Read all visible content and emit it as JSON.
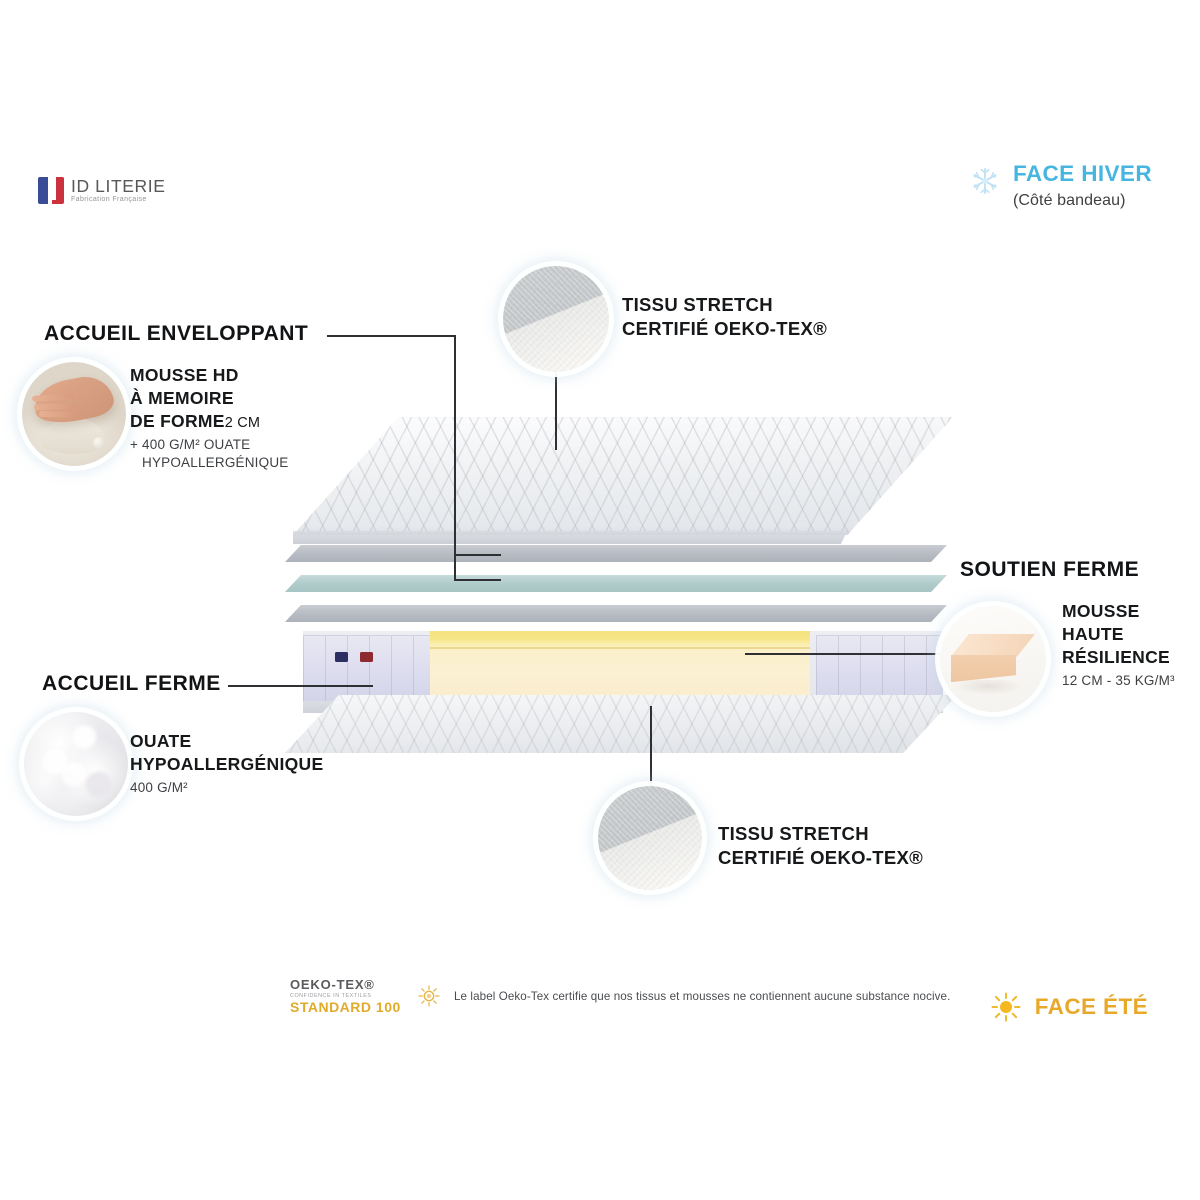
{
  "brand": {
    "name": "ID LITERIE",
    "tagline": "Fabrication Française",
    "flag_icon": "french-flag-icon"
  },
  "face_winter": {
    "icon": "snowflake-icon",
    "title": "FACE HIVER",
    "subtitle": "(Côté bandeau)",
    "color": "#46b6e0"
  },
  "face_summer": {
    "icon": "sun-icon",
    "title": "FACE ÉTÉ",
    "color": "#e8a92a"
  },
  "callouts": {
    "enveloping_comfort": {
      "heading": "ACCUEIL ENVELOPPANT",
      "line1": "MOUSSE HD",
      "line2": "À MEMOIRE",
      "line3": "DE FORME",
      "thickness": "2 CM",
      "note1": "+ 400 G/M² OUATE",
      "note2": "HYPOALLERGÉNIQUE",
      "photo": "memory-foam-hand-photo"
    },
    "stretch_fabric_top": {
      "line1": "TISSU STRETCH",
      "line2": "CERTIFIÉ OEKO-TEX®",
      "photo": "stretch-fabric-swatch-photo"
    },
    "firm_support": {
      "heading": "SOUTIEN FERME",
      "line1": "MOUSSE",
      "line2": "HAUTE",
      "line3": "RÉSILIENCE",
      "spec": "12 CM - 35 KG/M³",
      "photo": "high-resilience-foam-block-photo"
    },
    "firm_comfort": {
      "heading": "ACCUEIL FERME",
      "line1": "OUATE",
      "line2": "HYPOALLERGÉNIQUE",
      "spec": "400 G/M²",
      "photo": "hypoallergenic-wadding-photo"
    },
    "stretch_fabric_bottom": {
      "line1": "TISSU STRETCH",
      "line2": "CERTIFIÉ OEKO-TEX®",
      "photo": "stretch-fabric-swatch-photo"
    }
  },
  "certification": {
    "badge_line1": "OEKO-TEX®",
    "badge_line2": "CONFIDENCE IN TEXTILES",
    "badge_line3": "STANDARD 100",
    "badge_icon": "oeko-tex-sun-icon",
    "caption": "Le label Oeko-Tex certifie que nos tissus et mousses ne contiennent aucune substance nocive."
  }
}
